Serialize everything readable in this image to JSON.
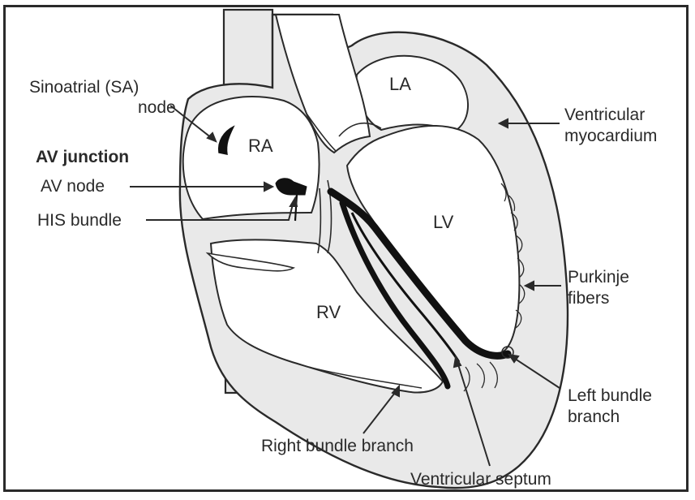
{
  "labels": {
    "sa_node": "Sinoatrial (SA)",
    "sa_node_2": "node",
    "av_junction": "AV junction",
    "av_node": "AV node",
    "his_bundle": "HIS bundle",
    "ra": "RA",
    "la": "LA",
    "lv": "LV",
    "rv": "RV",
    "ventricular_myocardium": "Ventricular",
    "ventricular_myocardium_2": "myocardium",
    "purkinje_fibers": "Purkinje",
    "purkinje_fibers_2": "fibers",
    "left_bundle_branch": "Left bundle",
    "left_bundle_branch_2": "branch",
    "right_bundle_branch": "Right bundle branch",
    "ventricular_septum": "Ventricular septum"
  },
  "colors": {
    "line": "#2a2a2a",
    "wall_fill": "#e9e9e9",
    "conduction": "#111111",
    "background": "#ffffff"
  }
}
